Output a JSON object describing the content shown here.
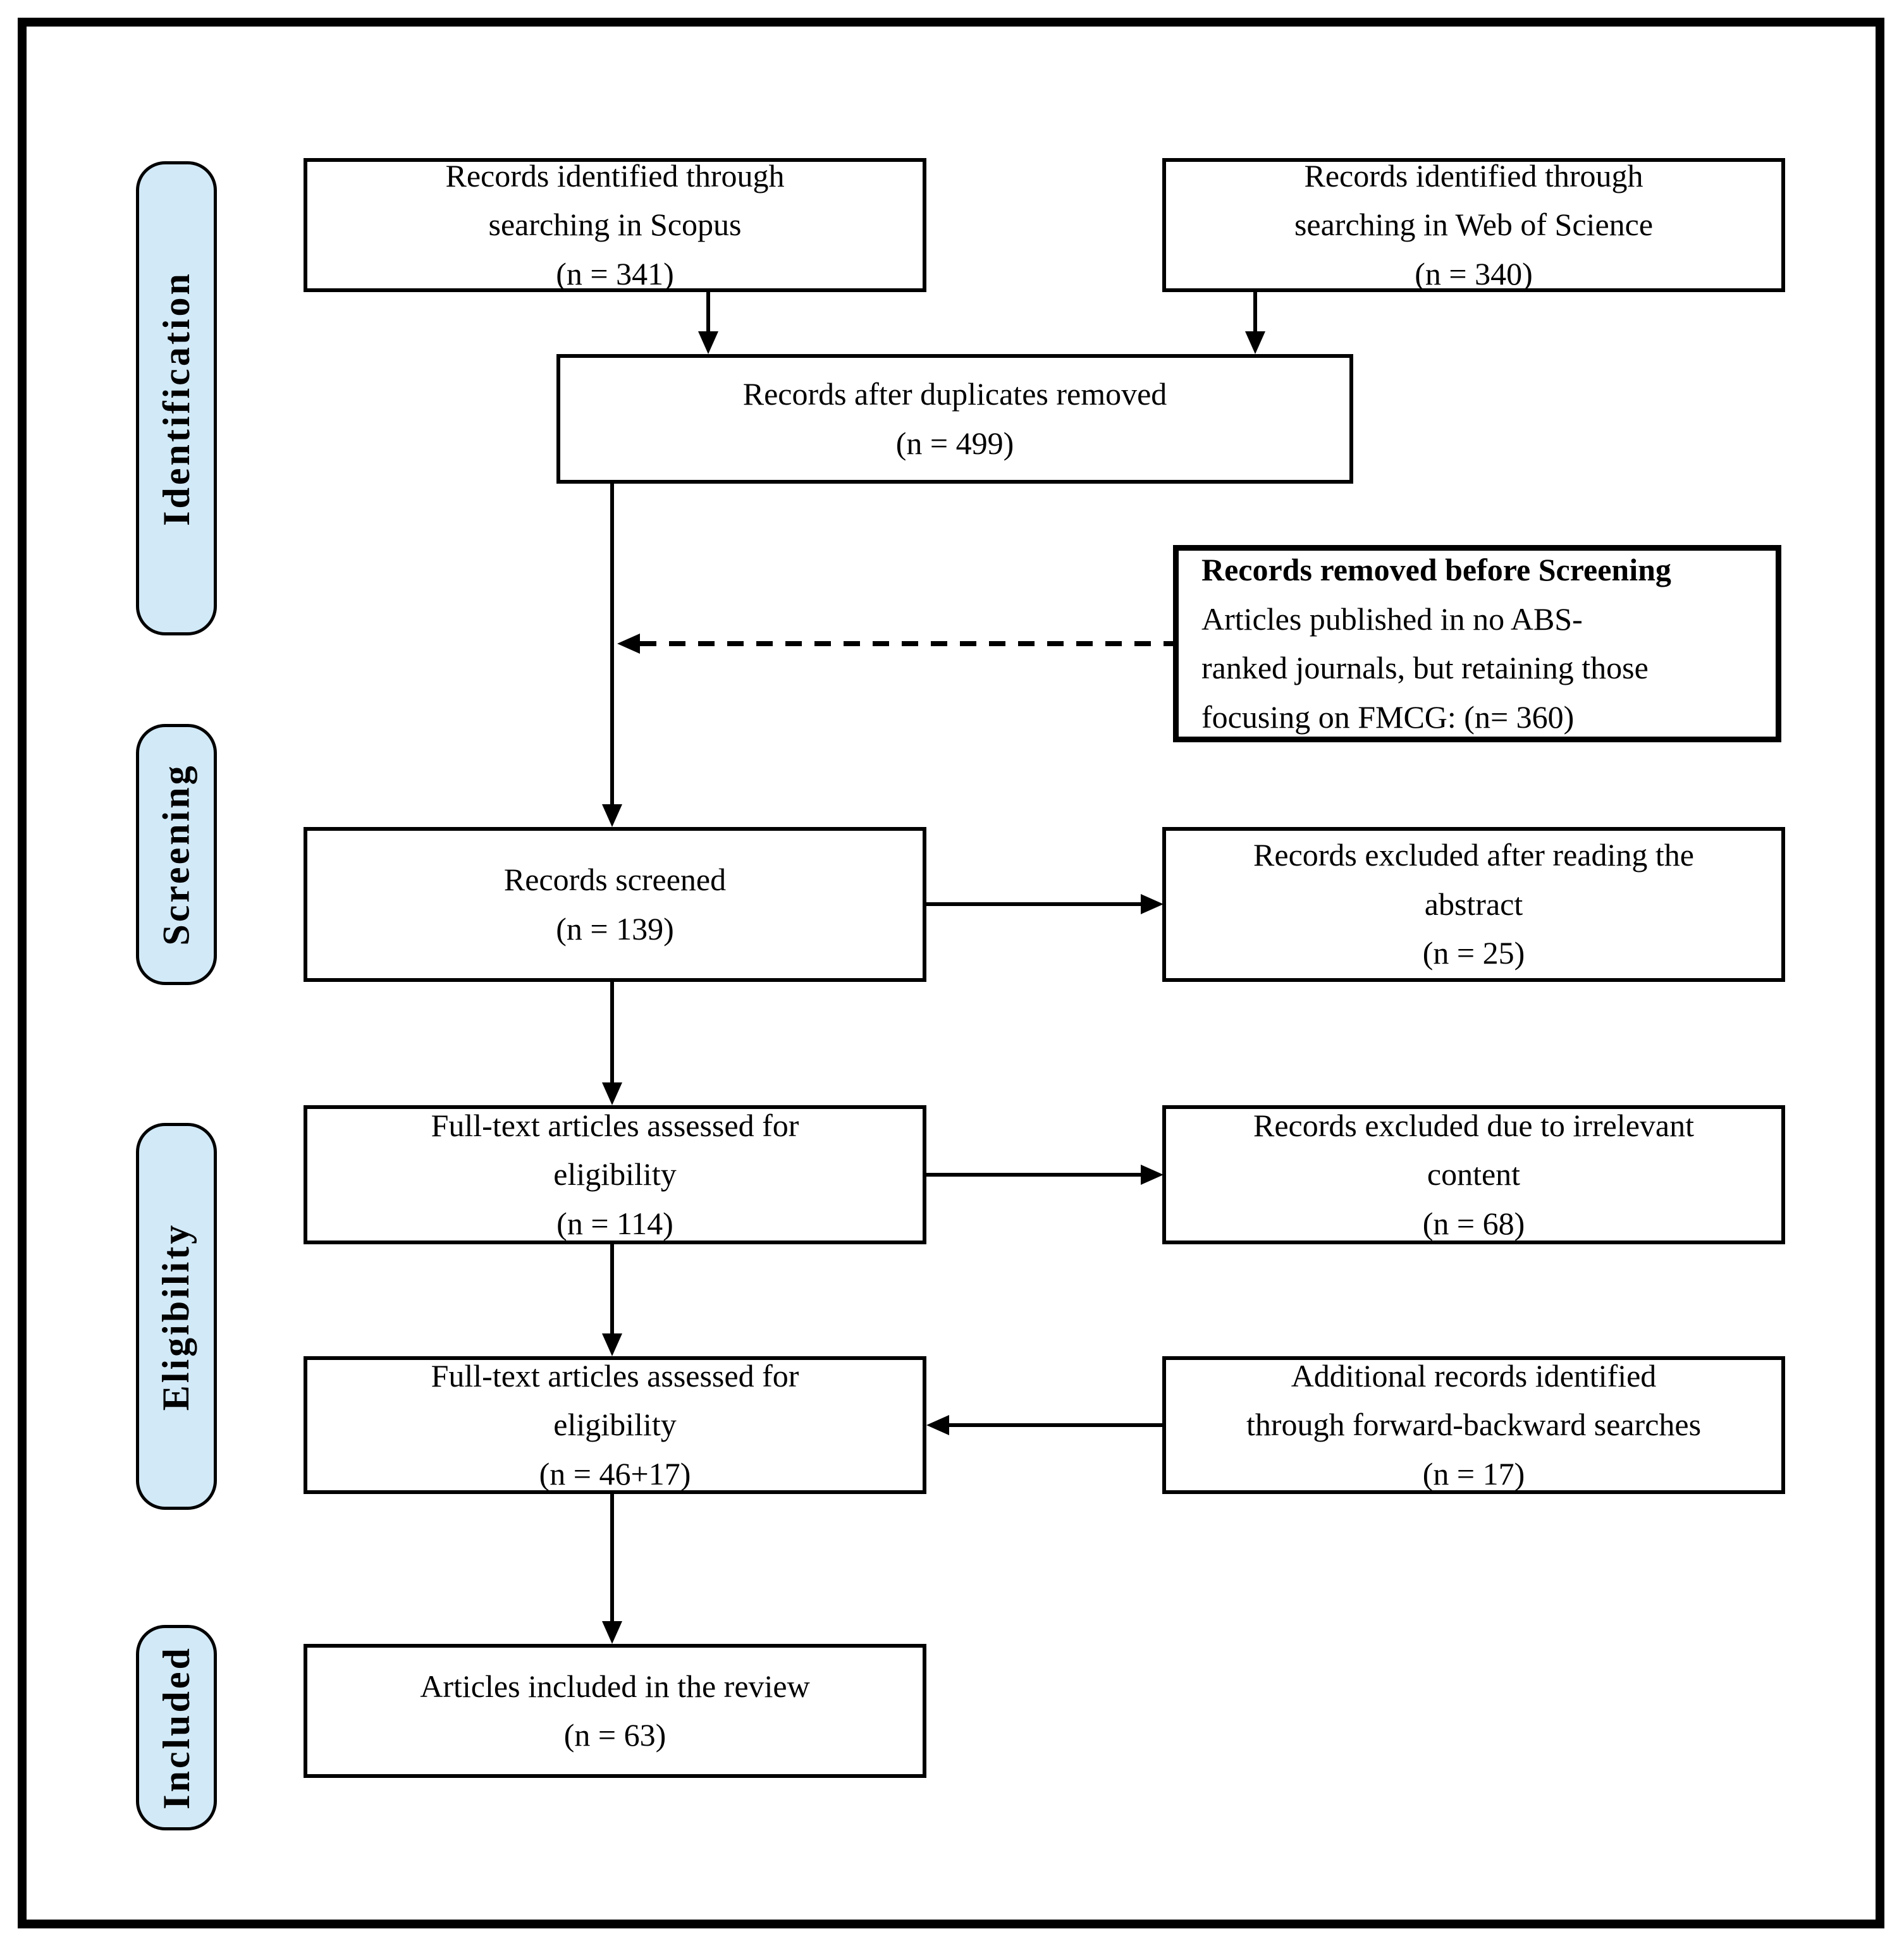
{
  "stages": {
    "identification": "Identification",
    "screening": "Screening",
    "eligibility": "Eligibility",
    "included": "Included"
  },
  "boxes": {
    "scopus": {
      "lines": [
        "Records identified through",
        "searching in Scopus",
        "(n = 341)"
      ]
    },
    "web_of_science": {
      "lines": [
        "Records identified through",
        "searching in Web of Science",
        "(n = 340)"
      ]
    },
    "duplicates_removed": {
      "lines": [
        "Records after duplicates removed",
        "(n = 499)"
      ]
    },
    "removed_before_screening": {
      "lines": [
        "Records removed before Screening",
        "Articles published in no ABS-",
        "ranked journals, but retaining those",
        "focusing on FMCG: (n= 360)"
      ]
    },
    "records_screened": {
      "lines": [
        "Records screened",
        "(n = 139)"
      ]
    },
    "excluded_after_abstract": {
      "lines": [
        "Records excluded after reading the",
        "abstract",
        "(n = 25)"
      ]
    },
    "fulltext_assessed_1": {
      "lines": [
        "Full-text articles assessed for",
        "eligibility",
        "(n = 114)"
      ]
    },
    "excluded_irrelevant": {
      "lines": [
        "Records excluded due to irrelevant",
        "content",
        "(n = 68)"
      ]
    },
    "fulltext_assessed_2": {
      "lines": [
        "Full-text articles assessed for",
        "eligibility",
        "(n = 46+17)"
      ]
    },
    "forward_backward": {
      "lines": [
        "Additional records identified",
        "through forward-backward searches",
        "(n = 17)"
      ]
    },
    "articles_included": {
      "lines": [
        "Articles included in the review",
        "(n = 63)"
      ]
    }
  },
  "colors": {
    "stage_fill": "#d2e9f7",
    "line_and_border": "#000000",
    "background": "#ffffff"
  }
}
